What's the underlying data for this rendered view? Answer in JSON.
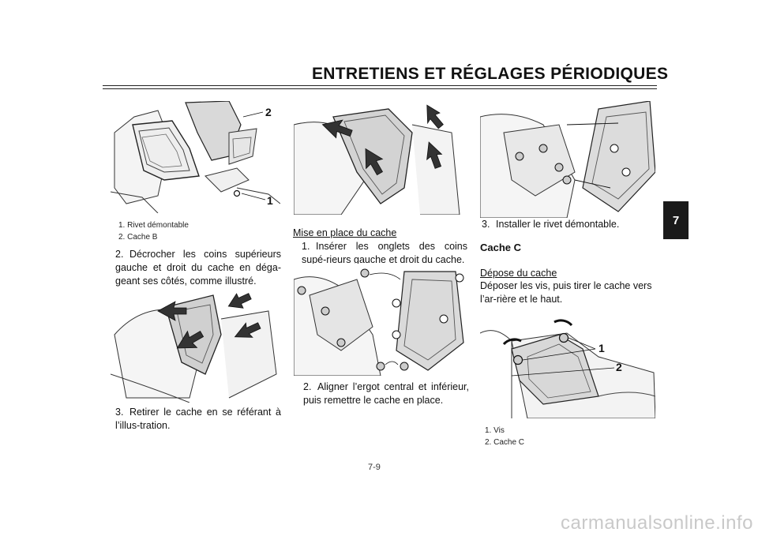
{
  "header": {
    "title": "ENTRETIENS ET RÉGLAGES PÉRIODIQUES"
  },
  "chapter_tab": "7",
  "col1": {
    "fig1_callouts": {
      "a": "2",
      "b": "1"
    },
    "caption": [
      "1.  Rivet démontable",
      "2.  Cache B"
    ],
    "step2": {
      "num": "2.",
      "text": "Décrocher les coins supérieurs gauche et droit du cache en déga-geant ses côtés, comme illustré."
    },
    "step3": {
      "num": "3.",
      "text": "Retirer le cache en se référant à l’illus-tration."
    }
  },
  "col2": {
    "subhead": "Mise en place du cache",
    "step1": {
      "num": "1.",
      "text": "Insérer les onglets des coins supé-rieurs gauche et droit du cache."
    },
    "step2": {
      "num": "2.",
      "text": "Aligner l’ergot central et inférieur, puis remettre le cache en place."
    }
  },
  "col3": {
    "step3": {
      "num": "3.",
      "text": "Installer le rivet démontable."
    },
    "section_title": "Cache C",
    "subhead": "Dépose du cache",
    "para": "Déposer les vis, puis tirer le cache vers l’ar-rière et le haut.",
    "fig_callouts": {
      "a": "1",
      "b": "2"
    },
    "caption": [
      "1.  Vis",
      "2.  Cache C"
    ]
  },
  "page_number": "7-9",
  "watermark": "carmanualsonline.info"
}
